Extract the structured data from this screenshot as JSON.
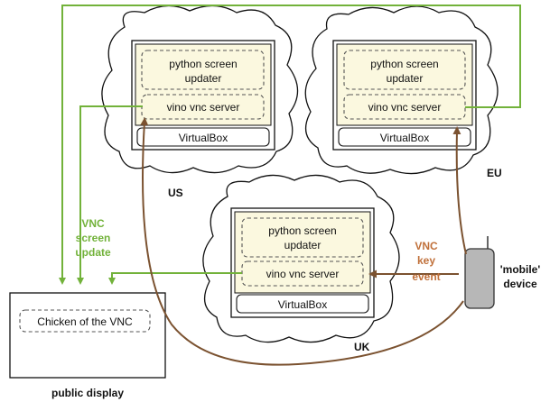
{
  "colors": {
    "green": "#72b23a",
    "brown": "#7b5230",
    "cream": "#fbf8df",
    "orange": "#c0703a"
  },
  "servers": {
    "us": {
      "region": "US",
      "updater": [
        "python screen",
        "updater"
      ],
      "vnc": "vino vnc server",
      "vm": "VirtualBox"
    },
    "eu": {
      "region": "EU",
      "updater": [
        "python screen",
        "updater"
      ],
      "vnc": "vino vnc server",
      "vm": "VirtualBox"
    },
    "uk": {
      "region": "UK",
      "updater": [
        "python screen",
        "updater"
      ],
      "vnc": "vino vnc server",
      "vm": "VirtualBox"
    }
  },
  "display": {
    "app": "Chicken of the VNC",
    "caption": "public display"
  },
  "device": {
    "caption": [
      "'mobile'",
      "device"
    ]
  },
  "annotations": {
    "screen_update": [
      "VNC",
      "screen",
      "update"
    ],
    "key_event": [
      "VNC",
      "key",
      "event"
    ]
  }
}
